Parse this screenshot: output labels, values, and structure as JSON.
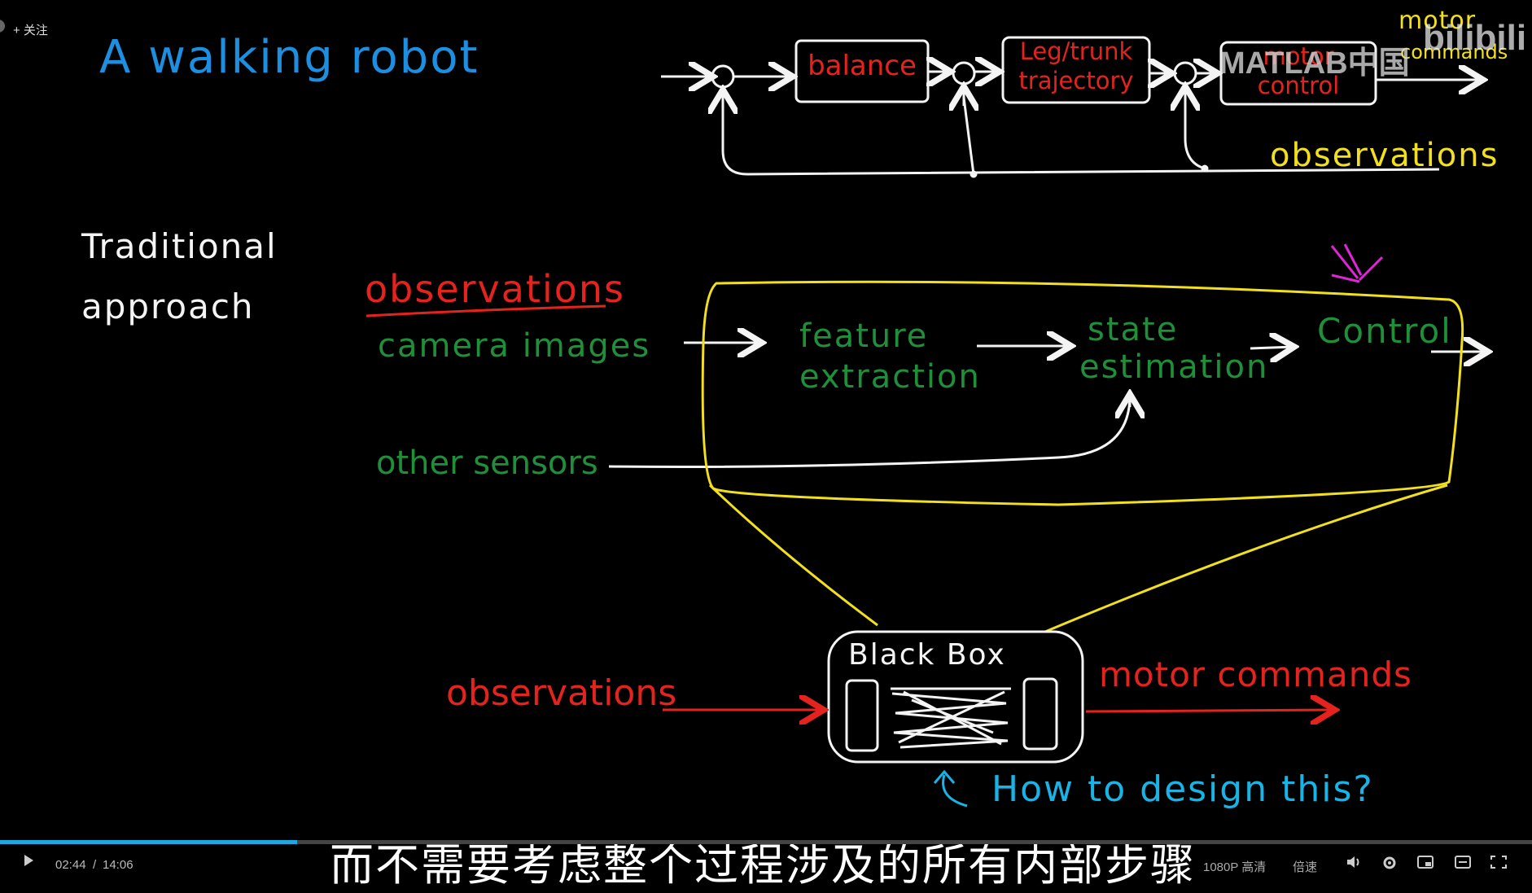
{
  "header": {
    "follow_label": "+ 关注",
    "watermark": "MATLAB中国",
    "logo": "bilibili"
  },
  "slide": {
    "title": "A walking robot",
    "traditional_line1": "Traditional",
    "traditional_line2": "approach",
    "top_loop": {
      "block1": "balance",
      "block2_line1": "Leg/trunk",
      "block2_line2": "trajectory",
      "block3_line1": "motor",
      "block3_line2": "control",
      "output_line1": "motor",
      "output_line2": "commands",
      "feedback": "observations"
    },
    "pipeline": {
      "heading": "observations",
      "input1": "camera images",
      "input2": "other sensors",
      "stage1_line1": "feature",
      "stage1_line2": "extraction",
      "stage2_line1": "state",
      "stage2_line2": "estimation",
      "stage3": "Control"
    },
    "black_box": {
      "label": "Black Box",
      "input": "observations",
      "output": "motor commands",
      "question": "How to design this?"
    }
  },
  "subtitle": "而不需要考虑整个过程涉及的所有内部步骤",
  "player": {
    "current_time": "02:44",
    "separator": "/",
    "duration": "14:06",
    "quality": "1080P 高清",
    "speed": "倍速",
    "progress": 0.194,
    "icons": [
      "play-icon",
      "volume-icon",
      "settings-icon",
      "pip-icon",
      "widescreen-icon",
      "fullscreen-icon"
    ]
  },
  "colors": {
    "background": "#000000",
    "red": "#e5231e",
    "green": "#1f8f3a",
    "blue": "#1d8fe0",
    "yellow": "#f2e01c",
    "magenta": "#e025d8",
    "progress": "#1fa7e0"
  }
}
